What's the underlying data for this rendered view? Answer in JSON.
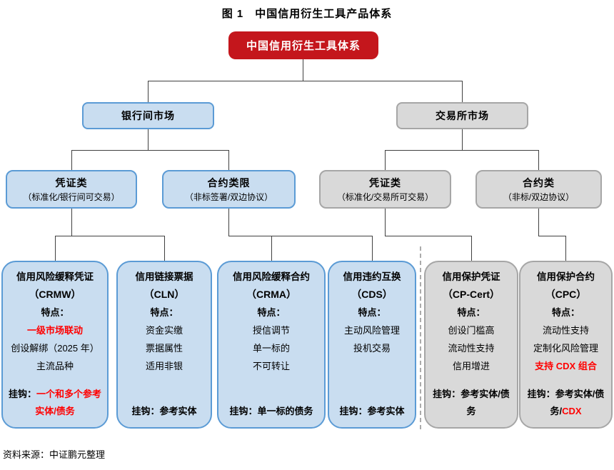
{
  "title": "图 1　中国信用衍生工具产品体系",
  "root": {
    "label": "中国信用衍生工具体系"
  },
  "markets": [
    {
      "label": "银行间市场"
    },
    {
      "label": "交易所市场"
    }
  ],
  "categories": [
    {
      "title": "凭证类",
      "subtitle": "（标准化/银行间可交易）"
    },
    {
      "title": "合约类限",
      "subtitle": "（非标签署/双边协议）"
    },
    {
      "title": "凭证类",
      "subtitle": "（标准化/交易所可交易）"
    },
    {
      "title": "合约类",
      "subtitle": "（非标/双边协议）"
    }
  ],
  "products": [
    {
      "name": "信用风险缓释凭证",
      "code": "（CRMW）",
      "features": [
        {
          "text": "特点：",
          "bold": true
        },
        {
          "text": "一级市场联动",
          "bold": true,
          "color": "red"
        },
        {
          "text": "创设解绑（2025 年）"
        },
        {
          "text": "主流品种"
        }
      ],
      "link": [
        {
          "text": "挂钩：",
          "bold": true
        },
        {
          "text": "一个和多个参考实体/债务",
          "bold": true,
          "color": "red"
        }
      ]
    },
    {
      "name": "信用链接票据",
      "code": "（CLN）",
      "features": [
        {
          "text": "特点：",
          "bold": true
        },
        {
          "text": "资金实缴"
        },
        {
          "text": "票据属性"
        },
        {
          "text": "适用非银"
        }
      ],
      "link": [
        {
          "text": "挂钩：",
          "bold": true
        },
        {
          "text": "参考实体",
          "bold": true
        }
      ]
    },
    {
      "name": "信用风险缓释合约",
      "code": "（CRMA）",
      "features": [
        {
          "text": "特点：",
          "bold": true
        },
        {
          "text": "授信调节"
        },
        {
          "text": "单一标的"
        },
        {
          "text": "不可转让"
        }
      ],
      "link": [
        {
          "text": "挂钩：",
          "bold": true
        },
        {
          "text": "单一标的债务",
          "bold": true
        }
      ]
    },
    {
      "name": "信用违约互换",
      "code": "（CDS）",
      "features": [
        {
          "text": "特点：",
          "bold": true
        },
        {
          "text": "主动风险管理"
        },
        {
          "text": "投机交易"
        }
      ],
      "link": [
        {
          "text": "挂钩：",
          "bold": true
        },
        {
          "text": "参考实体",
          "bold": true
        }
      ]
    },
    {
      "name": "信用保护凭证",
      "code": "（CP-Cert）",
      "features": [
        {
          "text": "特点：",
          "bold": true
        },
        {
          "text": "创设门槛高"
        },
        {
          "text": "流动性支持"
        },
        {
          "text": "信用增进"
        }
      ],
      "link": [
        {
          "text": "挂钩：",
          "bold": true
        },
        {
          "text": "参考实体/债务",
          "bold": true
        }
      ]
    },
    {
      "name": "信用保护合约",
      "code": "（CPC）",
      "features": [
        {
          "text": "特点：",
          "bold": true
        },
        {
          "text": "流动性支持"
        },
        {
          "text": "定制化风险管理"
        },
        {
          "text": "支持 CDX 组合",
          "bold": true,
          "color": "red"
        }
      ],
      "link": [
        {
          "text": "挂钩：",
          "bold": true
        },
        {
          "text": "参考实体/债务/",
          "bold": true
        },
        {
          "text": "CDX",
          "bold": true,
          "color": "red"
        }
      ]
    }
  ],
  "source": "资料来源：中证鹏元整理",
  "colors": {
    "root_red": "#C4161C",
    "text_red": "#FF0000",
    "blue_fill": "#C9DDF0",
    "blue_border": "#5B9BD5",
    "gray_fill": "#D9D9D9",
    "gray_border": "#A6A6A6"
  }
}
